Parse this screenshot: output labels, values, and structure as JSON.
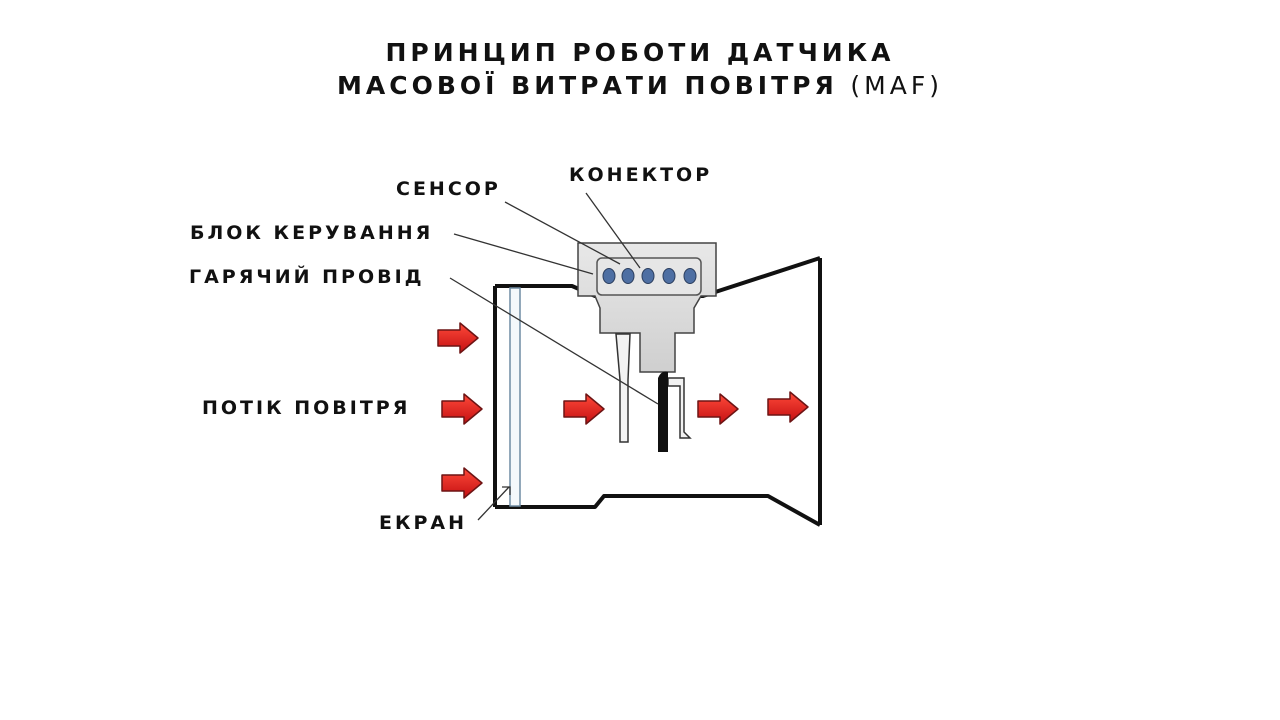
{
  "title": {
    "line1": "ПРИНЦИП РОБОТИ ДАТЧИКА",
    "line2_main": "МАСОВОЇ ВИТРАТИ ПОВІТРЯ ",
    "line2_paren": "(MAF)"
  },
  "labels": {
    "connector": "КОНЕКТОР",
    "sensor": "СЕНСОР",
    "control_unit": "БЛОК КЕРУВАННЯ",
    "hot_wire": "ГАРЯЧИЙ ПРОВІД",
    "airflow": "ПОТІК ПОВІТРЯ",
    "screen": "ЕКРАН"
  },
  "colors": {
    "arrow": "#e0191c",
    "pin": "#4e6fa3",
    "housing": "#dcdcdc",
    "outline": "#111111"
  },
  "connector_pin_count": 5
}
